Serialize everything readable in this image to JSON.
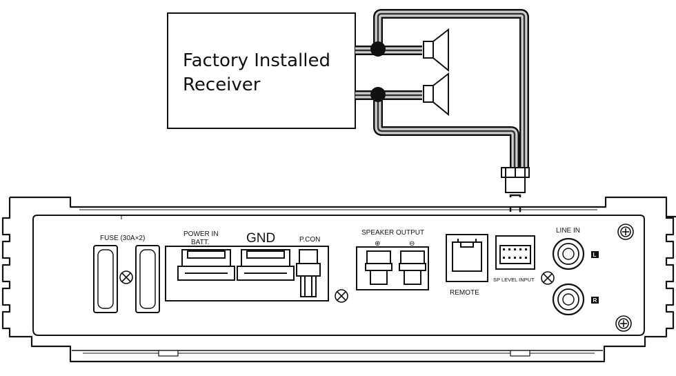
{
  "receiver": {
    "line1": "Factory Installed",
    "line2": "Receiver"
  },
  "amplifier": {
    "fuse_label": "FUSE (30A×2)",
    "power_in_label": "POWER IN",
    "batt_label": "BATT.",
    "gnd_label": "GND",
    "pcon_label": "P.CON",
    "speaker_output_label": "SPEAKER OUTPUT",
    "plus_symbol": "⊕",
    "minus_symbol": "⊖",
    "remote_label": "REMOTE",
    "sp_level_input_label": "SP LEVEL INPUT",
    "line_in_label": "LINE IN",
    "left_badge": "L",
    "right_badge": "R"
  },
  "icons": {
    "screw": "screw-icon",
    "speaker": "speaker-icon",
    "arrow": "arrow-down-icon"
  },
  "colors": {
    "line": "#111111",
    "wire_fill": "#cccccc",
    "background": "#ffffff"
  }
}
